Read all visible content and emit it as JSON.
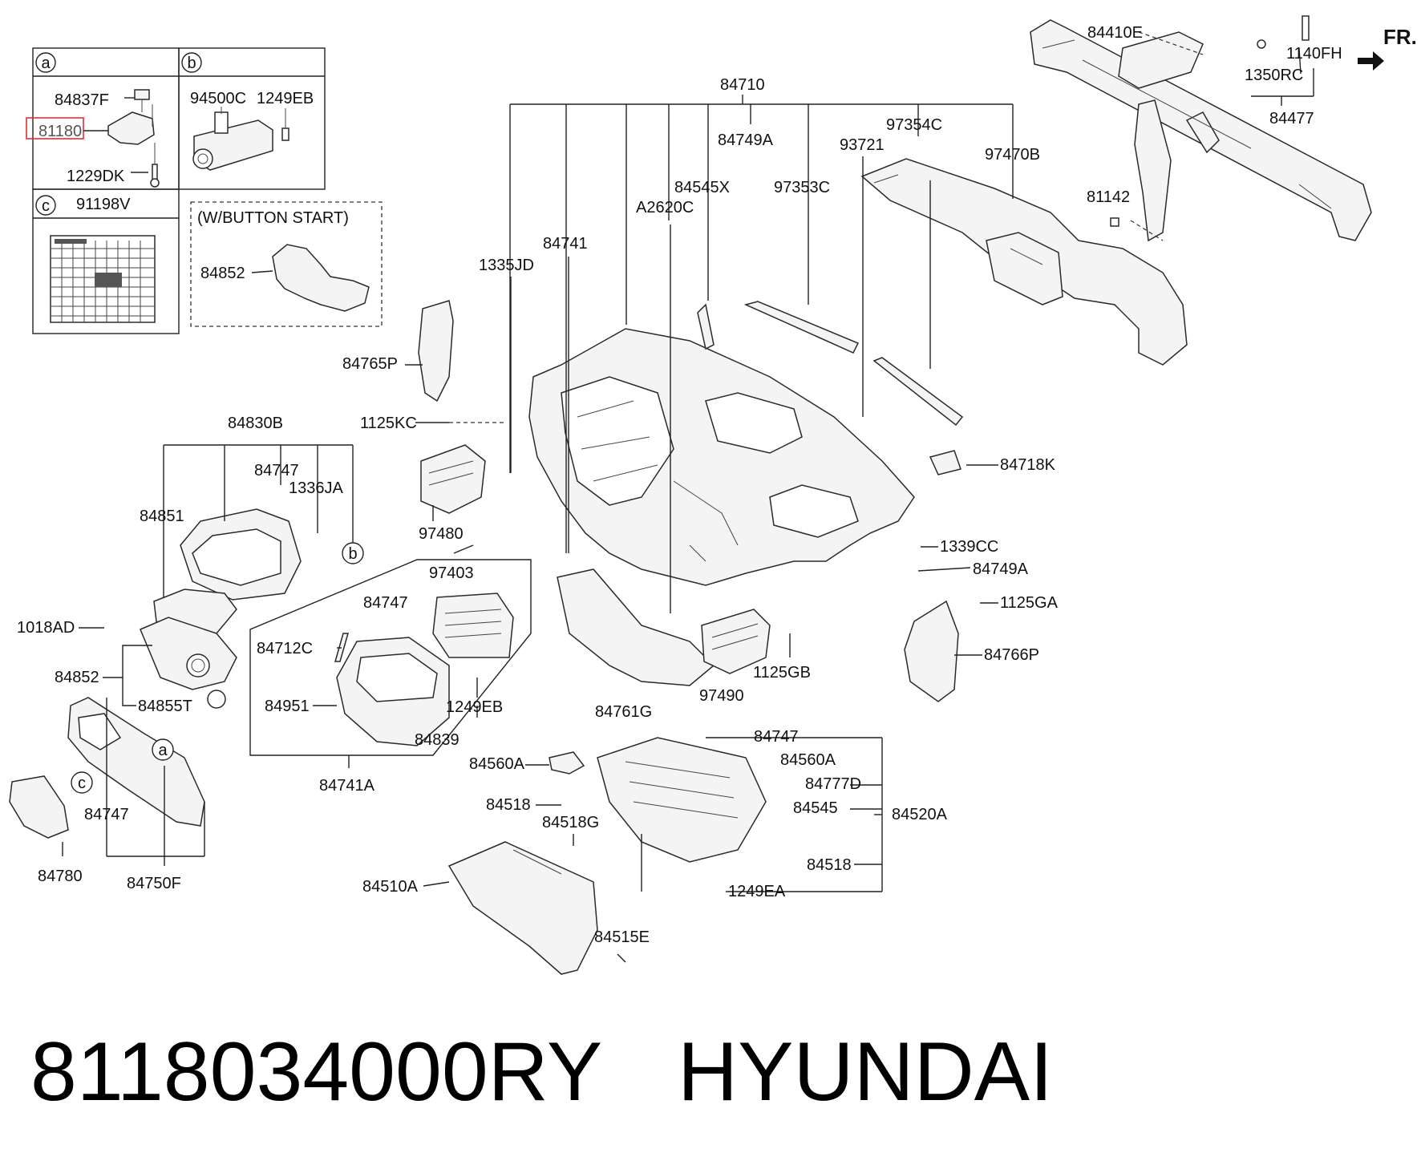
{
  "caption": {
    "part_number": "8118034000RY",
    "brand": "HYUNDAI"
  },
  "direction_label": "FR.",
  "inset_boxes": {
    "a": {
      "letter": "a",
      "parts": [
        "84837F",
        "81180",
        "1229DK"
      ],
      "highlighted": "81180",
      "highlight_color": "#e03030"
    },
    "b": {
      "letter": "b",
      "parts": [
        "94500C",
        "1249EB"
      ]
    },
    "c": {
      "letter": "c",
      "parts": [
        "91198V"
      ]
    },
    "button_start": {
      "title": "(W/BUTTON START)",
      "parts": [
        "84852"
      ]
    }
  },
  "callouts": {
    "p84710": "84710",
    "p84749A_top": "84749A",
    "p84545X": "84545X",
    "pA2620C": "A2620C",
    "p97353C": "97353C",
    "p93721": "93721",
    "p97354C": "97354C",
    "p97470B": "97470B",
    "p84741": "84741",
    "p1335JD": "1335JD",
    "p84410E": "84410E",
    "p1140FH": "1140FH",
    "p1350RC": "1350RC",
    "p84477": "84477",
    "p81142": "81142",
    "p84765P": "84765P",
    "p1125KC": "1125KC",
    "p84830B": "84830B",
    "p84747_a": "84747",
    "p1336JA": "1336JA",
    "p84851": "84851",
    "p97480": "97480",
    "p84718K": "84718K",
    "p1339CC": "1339CC",
    "p84749A_mid": "84749A",
    "p1125GA": "1125GA",
    "p97403": "97403",
    "p84747_b": "84747",
    "p84712C": "84712C",
    "p84951": "84951",
    "p1249EB_mid": "1249EB",
    "p84839": "84839",
    "p84741A": "84741A",
    "p1018AD": "1018AD",
    "p84852_mid": "84852",
    "p84855T": "84855T",
    "p84747_c": "84747",
    "p84780": "84780",
    "p84750F": "84750F",
    "p84761G": "84761G",
    "p97490": "97490",
    "p1125GB": "1125GB",
    "p84766P": "84766P",
    "p84747_d": "84747",
    "p84560A_right": "84560A",
    "p84560A_left": "84560A",
    "p84777D": "84777D",
    "p84518_left": "84518",
    "p84545": "84545",
    "p84520A": "84520A",
    "p84518G": "84518G",
    "p84518_right": "84518",
    "p84510A": "84510A",
    "p1249EA": "1249EA",
    "p84515E": "84515E"
  },
  "ref_circles": {
    "b": "b",
    "a": "a",
    "c": "c"
  }
}
